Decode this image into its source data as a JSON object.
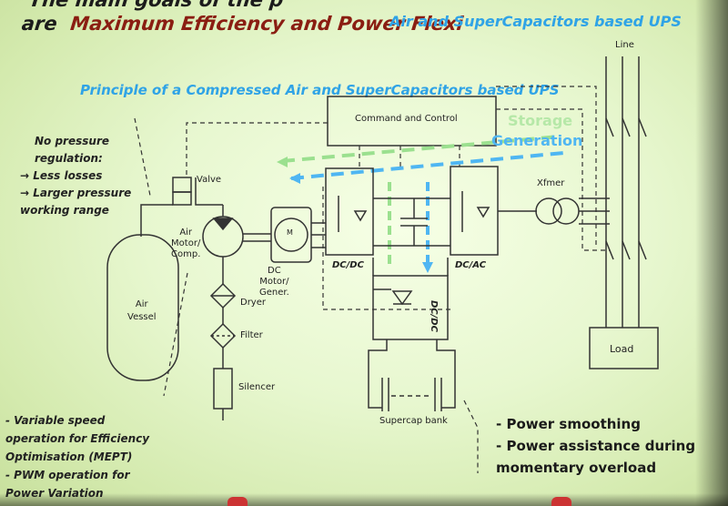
{
  "header": {
    "line1": "The main goals of the p",
    "line2_prefix": "are",
    "line2_red": "Maximum Efficiency and  Power Flexi",
    "line2_blue": "Air and  SuperCapacitors based UPS"
  },
  "diagram": {
    "title": "Principle of a Compressed Air and  SuperCapacitors based UPS",
    "command": "Command and Control",
    "storage": "Storage",
    "generation": "Generation",
    "line": "Line",
    "xfmer": "Xfmer",
    "load": "Load",
    "valve": "Valve",
    "air_motor": [
      "Air",
      "Motor/",
      "Comp."
    ],
    "air_vessel": [
      "Air",
      "Vessel"
    ],
    "dryer": "Dryer",
    "filter": "Filter",
    "silencer": "Silencer",
    "dc_motor": [
      "DC",
      "Motor/",
      "Gener."
    ],
    "motor_m": "M",
    "dcdc1": "DC/DC",
    "dcac": "DC/AC",
    "dcdc2": "DC/DC",
    "supercap": "Supercap bank"
  },
  "notes": {
    "pressure": [
      "No pressure",
      "regulation:",
      "→ Less losses",
      "→ Larger pressure",
      "working range"
    ],
    "speed": [
      "- Variable speed",
      "operation for Efficiency",
      "Optimisation (MEPT)",
      "- PWM operation for",
      "Power Variation"
    ],
    "power": [
      "- Power smoothing",
      "- Power assistance during",
      "momentary overload"
    ]
  }
}
